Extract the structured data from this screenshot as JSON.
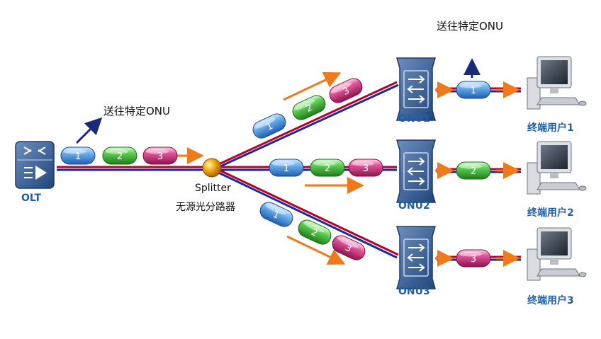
{
  "olt": {
    "label": "OLT"
  },
  "splitter": {
    "label_en": "Splitter",
    "label_cn": "无源光分路器"
  },
  "annotations": {
    "to_onu_left": "送往特定ONU",
    "to_onu_top": "送往特定ONU"
  },
  "onus": [
    {
      "label": "ONU1",
      "packet": "1"
    },
    {
      "label": "ONU2",
      "packet": "2"
    },
    {
      "label": "ONU3",
      "packet": "3"
    }
  ],
  "users": [
    "终端用户1",
    "终端用户2",
    "终端用户3"
  ],
  "packets": [
    "1",
    "2",
    "3"
  ],
  "colors": {
    "blue": "#4a90d9",
    "green": "#3aa63a",
    "pink": "#c2306e",
    "fiber_red": "#b8002a",
    "fiber_blue": "#1a2a9a",
    "arrow": "#f07a1a",
    "device": "#2f5f9e",
    "label": "#1f5fa8"
  }
}
